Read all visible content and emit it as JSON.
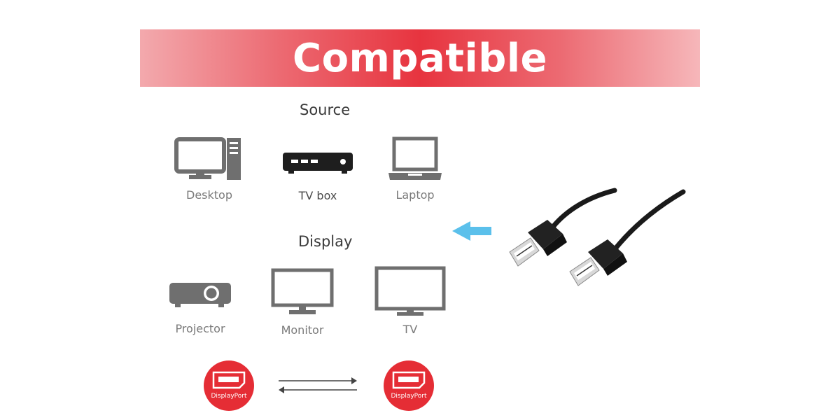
{
  "banner": {
    "title": "Compatible",
    "colors": {
      "mid": "#e7343f",
      "edge": "#f3a9ad"
    }
  },
  "source": {
    "heading": "Source",
    "devices": [
      {
        "label": "Desktop",
        "icon": "desktop-icon"
      },
      {
        "label": "TV box",
        "icon": "tv-box-icon"
      },
      {
        "label": "Laptop",
        "icon": "laptop-icon"
      }
    ]
  },
  "display": {
    "heading": "Display",
    "devices": [
      {
        "label": "Projector",
        "icon": "projector-icon"
      },
      {
        "label": "Monitor",
        "icon": "monitor-icon"
      },
      {
        "label": "TV",
        "icon": "tv-icon"
      }
    ]
  },
  "connection": {
    "left_badge": {
      "label": "DisplayPort",
      "icon": "displayport-icon"
    },
    "right_badge": {
      "label": "DisplayPort",
      "icon": "displayport-icon"
    },
    "arrow_icon": "bidirectional-arrow-icon",
    "badge_color": "#e52d35"
  },
  "cable": {
    "icon": "displayport-cable-image",
    "arrow_icon": "left-arrow-icon",
    "arrow_color": "#5bc0eb"
  }
}
